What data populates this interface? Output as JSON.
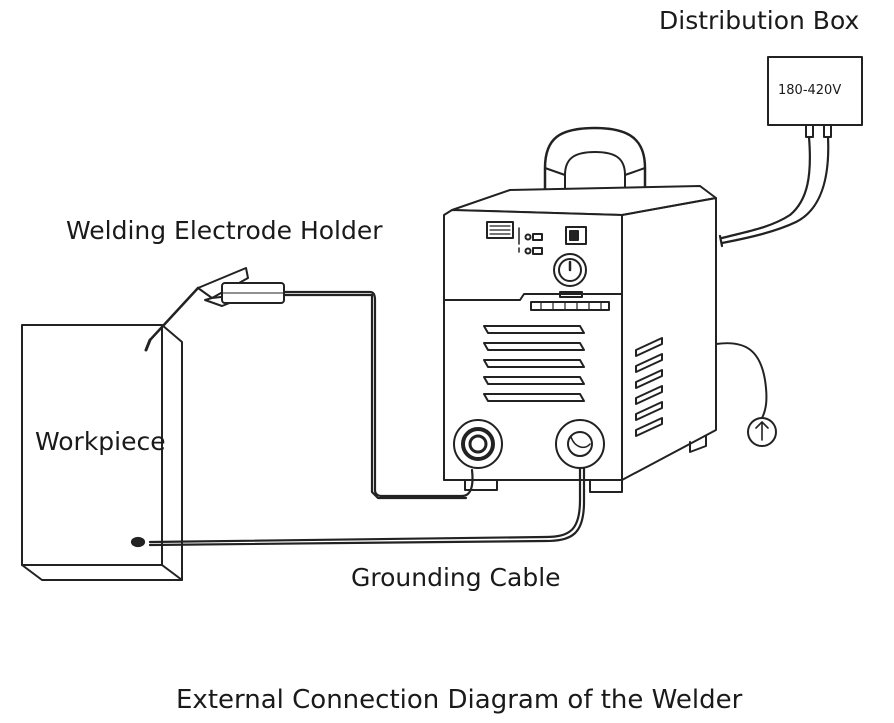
{
  "labels": {
    "distribution_box": "Distribution Box",
    "voltage": "180-420V",
    "electrode_holder": "Welding Electrode Holder",
    "workpiece": "Workpiece",
    "grounding_cable": "Grounding Cable"
  },
  "caption": "External Connection Diagram of the Welder"
}
